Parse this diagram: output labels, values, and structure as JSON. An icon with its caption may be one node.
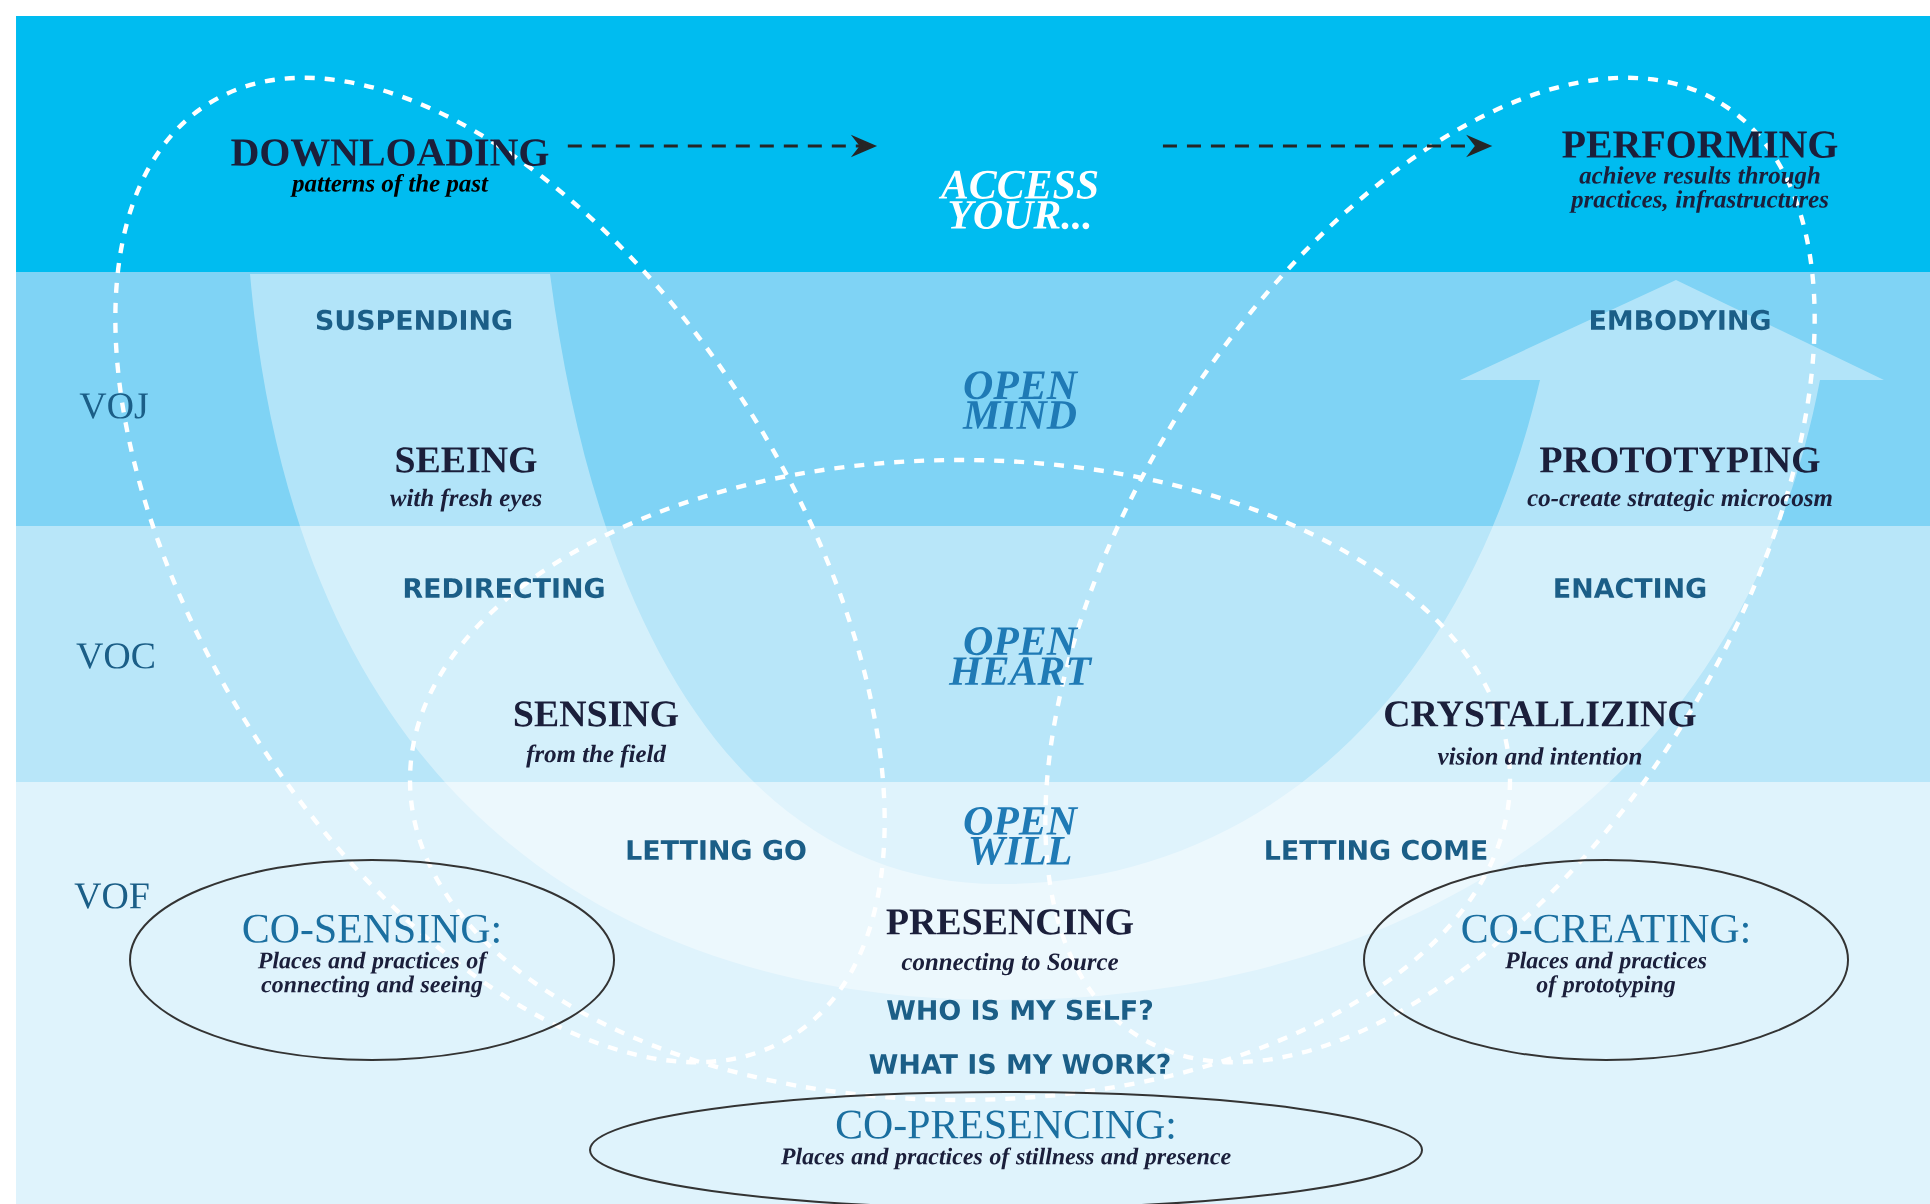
{
  "diagram": {
    "nodes": [
      {
        "text": [
          "DOWNLOADING",
          "patterns of the past"
        ]
      },
      {
        "text": [
          "ACCESS YOUR..."
        ]
      },
      {
        "text": [
          "PERFORMING",
          "achieve results through practices, infrastructures"
        ]
      },
      {
        "text": [
          "CO-SENSING:",
          "Places and practices of connecting and seeing"
        ]
      },
      {
        "text": [
          "CO-CREATING:",
          "Places and practices of prototyping"
        ]
      },
      {
        "text": [
          "CO-PRESENCING:",
          "Places and practices of stillness and presence"
        ]
      }
    ],
    "edges": [
      {
        "from": 0,
        "to": 1,
        "arrow": "to",
        "style": "dashed"
      },
      {
        "from": 1,
        "to": 2,
        "arrow": "to",
        "style": "dashed"
      }
    ],
    "labels": [
      "SUSPENDING",
      "EMBODYING",
      "VOJ",
      "OPEN MIND",
      "SEEING",
      "with fresh eyes",
      "PROTOTYPING",
      "co-create strategic microcosm",
      "REDIRECTING",
      "ENACTING",
      "VOC",
      "OPEN HEART",
      "SENSING",
      "from the field",
      "CRYSTALLIZING",
      "vision and intention",
      "OPEN WILL",
      "LETTING GO",
      "LETTING COME",
      "VOF",
      "PRESENCING",
      "connecting to Source",
      "WHO IS MY SELF?",
      "WHAT IS MY WORK?"
    ]
  }
}
